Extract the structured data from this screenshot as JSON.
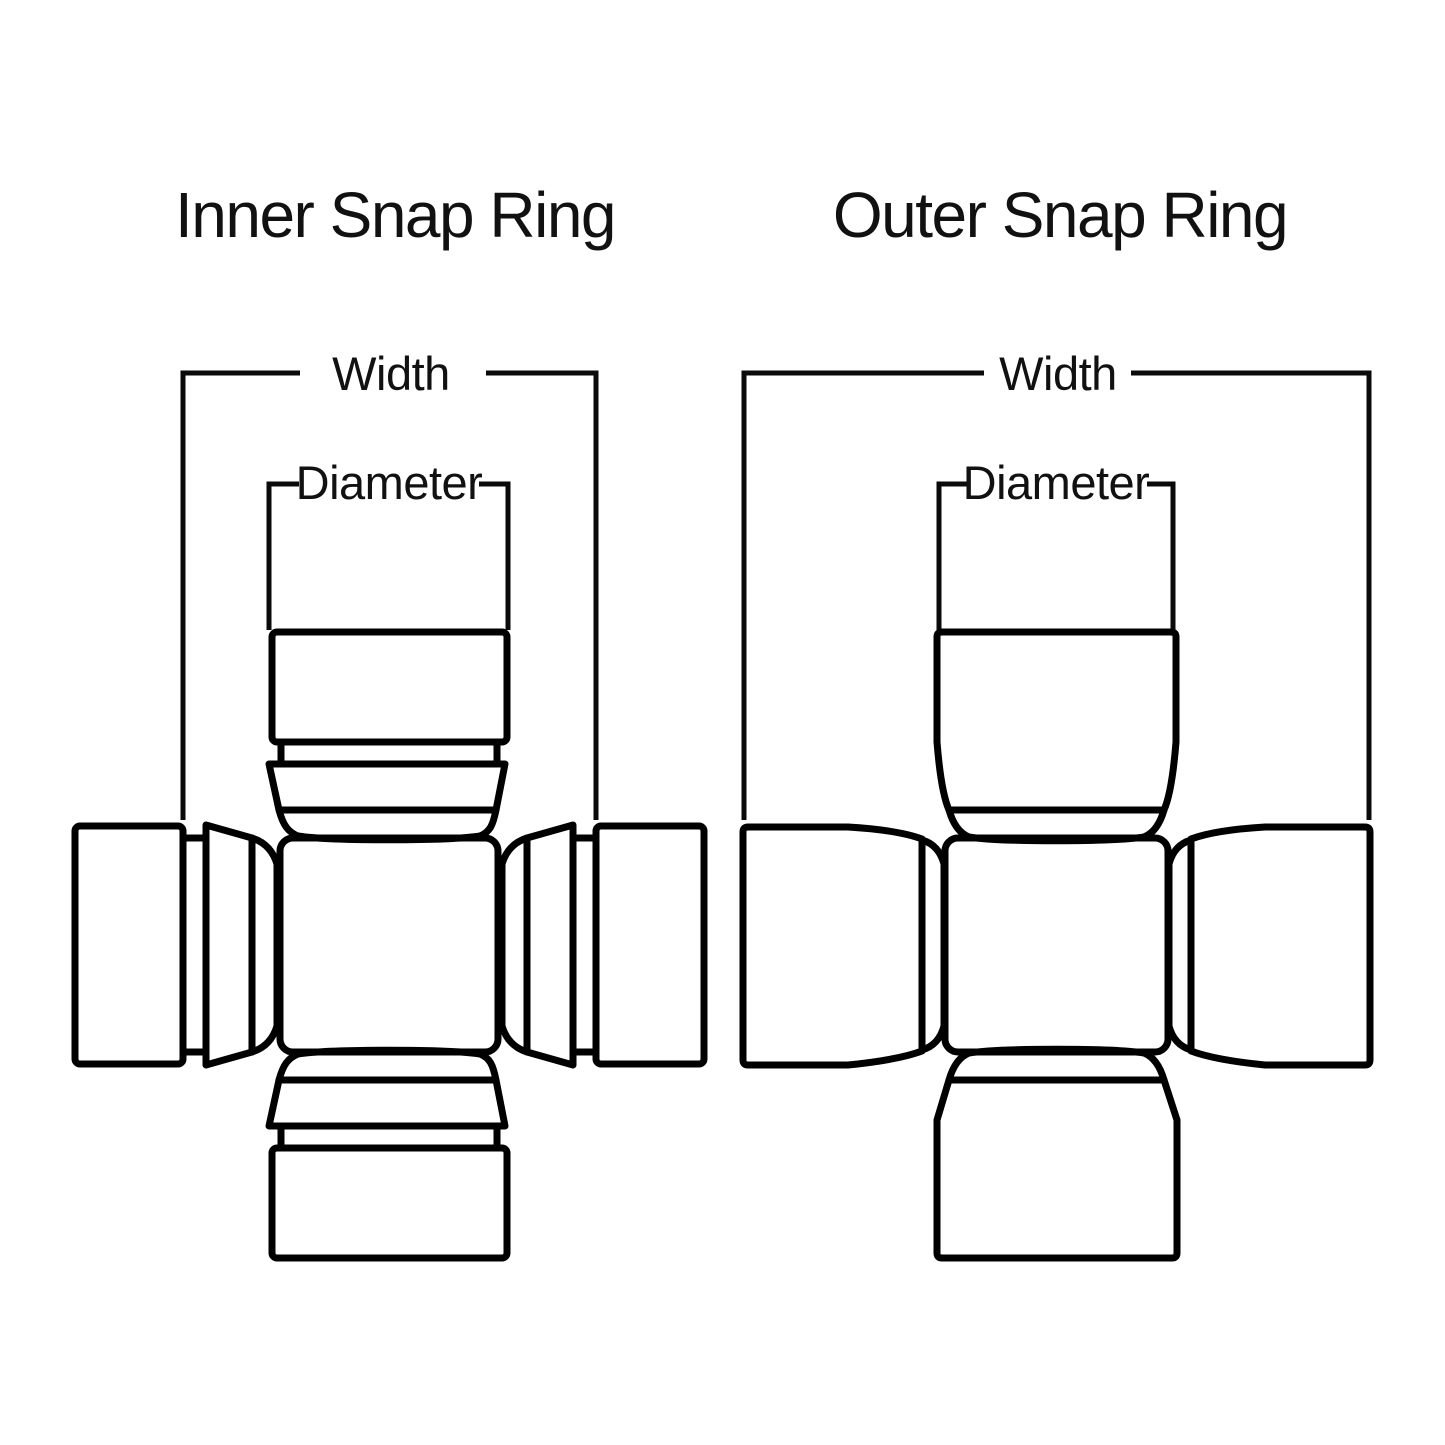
{
  "page": {
    "background_color": "#ffffff",
    "line_color": "#000000",
    "text_color": "#111111"
  },
  "diagrams": [
    {
      "id": "inner",
      "title": "Inner Snap Ring",
      "width_label": "Width",
      "diameter_label": "Diameter"
    },
    {
      "id": "outer",
      "title": "Outer Snap Ring",
      "width_label": "Width",
      "diameter_label": "Diameter"
    }
  ]
}
